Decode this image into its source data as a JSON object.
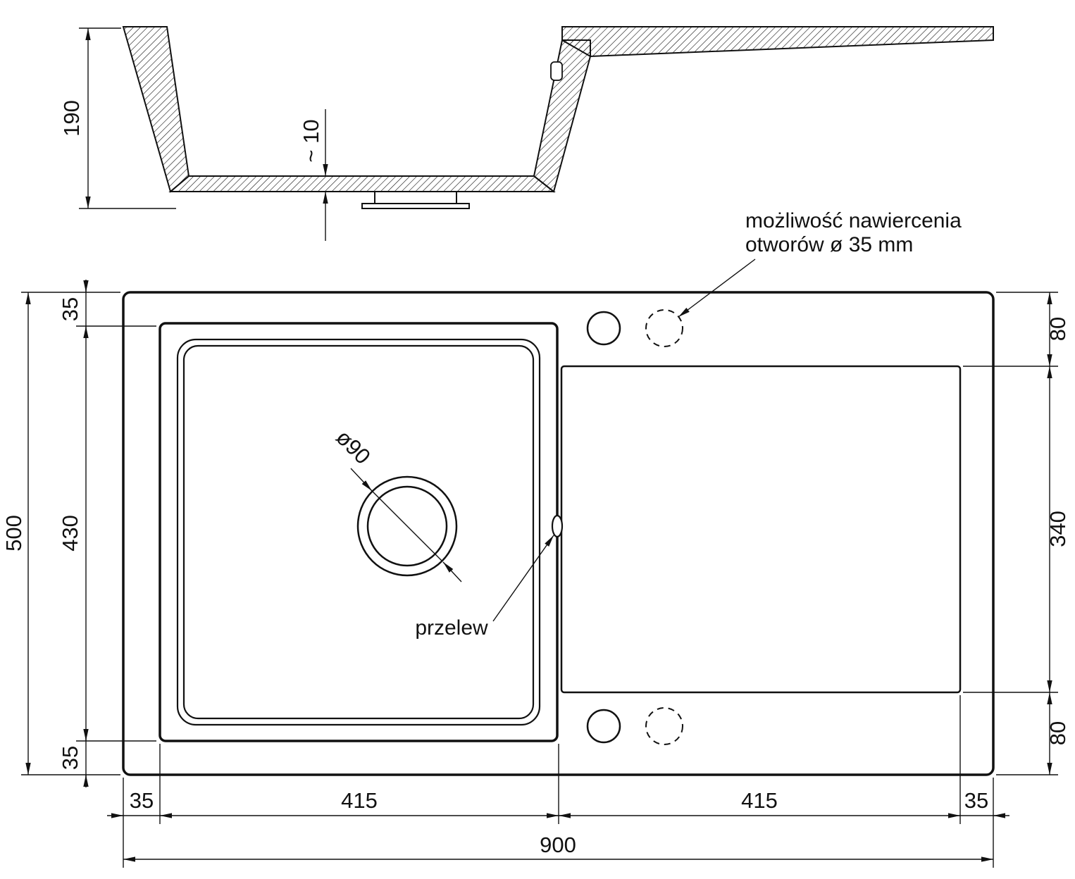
{
  "colors": {
    "line": "#111111",
    "background": "#ffffff"
  },
  "section_view": {
    "dims": {
      "overall_height": "190",
      "bottom_thickness": "~ 10"
    }
  },
  "plan_view": {
    "dims": {
      "overall_width": "900",
      "overall_depth": "500",
      "left_margin_top": "35",
      "basin_inner_depth": "430",
      "left_margin_bottom": "35",
      "right_margin_top": "80",
      "drainboard_depth": "340",
      "right_margin_bottom": "80",
      "bottom_margin_left": "35",
      "basin_width": "415",
      "drainboard_width": "415",
      "bottom_margin_right": "35",
      "drain_diameter": "ø90"
    },
    "labels": {
      "drill_note_line1": "możliwość nawiercenia",
      "drill_note_line2": "otworów ø 35 mm",
      "overflow": "przelew"
    }
  }
}
